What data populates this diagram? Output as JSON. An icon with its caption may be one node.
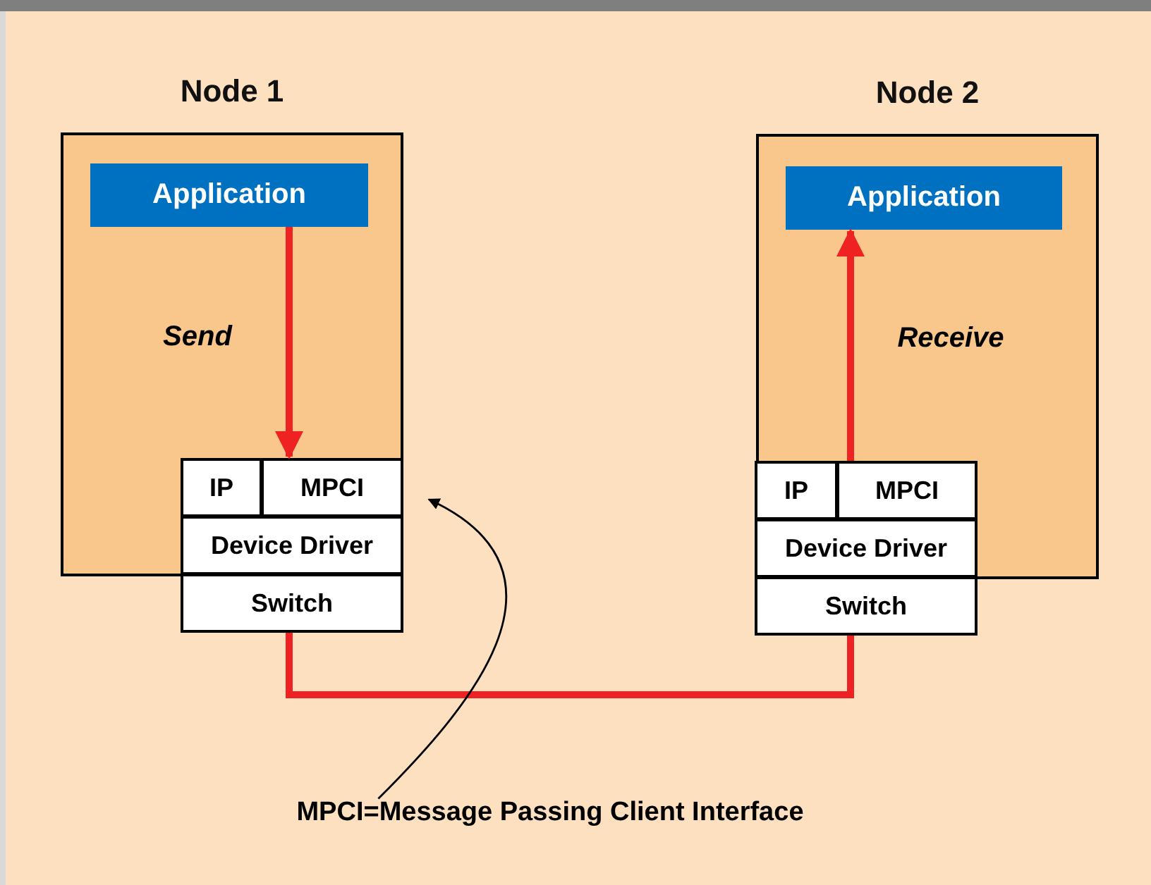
{
  "diagram": {
    "nodes": [
      {
        "text": [
          "Node 1"
        ]
      },
      {
        "text": [
          "Application"
        ],
        "in": 0
      },
      {
        "text": [
          "IP"
        ],
        "in": 0
      },
      {
        "text": [
          "MPCI"
        ],
        "in": 0
      },
      {
        "text": [
          "Device Driver"
        ],
        "in": 0
      },
      {
        "text": [
          "Switch"
        ]
      },
      {
        "text": [
          "Node 2"
        ]
      },
      {
        "text": [
          "Application"
        ],
        "in": 6
      },
      {
        "text": [
          "IP"
        ],
        "in": 6
      },
      {
        "text": [
          "MPCI"
        ],
        "in": 6
      },
      {
        "text": [
          "Device Driver"
        ],
        "in": 6
      },
      {
        "text": [
          "Switch"
        ]
      },
      {
        "text": [
          "MPCI=Message Passing Client Interface"
        ]
      }
    ],
    "edges": [
      {
        "from": 1,
        "to": 3,
        "arrow": "to",
        "label": "Send"
      },
      {
        "from": 9,
        "to": 7,
        "arrow": "to",
        "label": "Receive"
      },
      {
        "from": 5,
        "to": 11,
        "arrow": "none"
      },
      {
        "from": 12,
        "to": 3,
        "arrow": "to",
        "color": "#000000"
      }
    ]
  }
}
